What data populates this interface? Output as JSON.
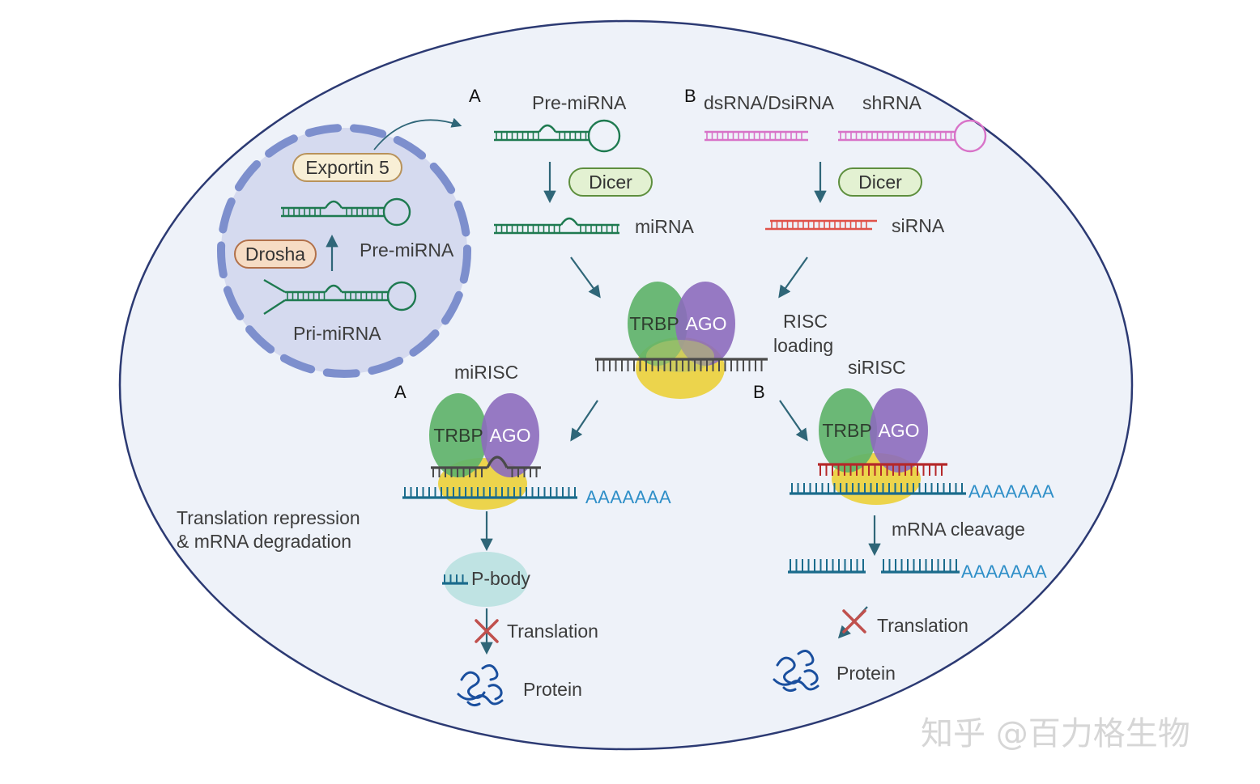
{
  "panels": {
    "a_top": "A",
    "b_top": "B",
    "a_lower": "A",
    "b_lower": "B"
  },
  "nucleus": {
    "exportin": "Exportin 5",
    "drosha": "Drosha",
    "pre_mirna": "Pre-miRNA",
    "pri_mirna": "Pri-miRNA"
  },
  "pathway_a": {
    "pre_mirna": "Pre-miRNA",
    "dicer": "Dicer",
    "mirna": "miRNA"
  },
  "pathway_b": {
    "dsrna": "dsRNA/DsiRNA",
    "shrna": "shRNA",
    "dicer": "Dicer",
    "sirna": "siRNA"
  },
  "risc": {
    "trbp": "TRBP",
    "ago": "AGO",
    "loading_line1": "RISC",
    "loading_line2": "loading"
  },
  "mirisc": {
    "title": "miRISC",
    "trbp": "TRBP",
    "ago": "AGO",
    "polya": "AAAAAAA",
    "effect_line1": "Translation repression",
    "effect_line2": "& mRNA degradation",
    "pbody": "P-body",
    "translation": "Translation",
    "protein": "Protein"
  },
  "sirisc": {
    "title": "siRISC",
    "trbp": "TRBP",
    "ago": "AGO",
    "polya": "AAAAAAA",
    "cleavage": "mRNA cleavage",
    "polya_cleaved": "AAAAAAA",
    "translation": "Translation",
    "protein": "Protein"
  },
  "watermark": "知乎 @百力格生物",
  "colors": {
    "cell_fill": "#eef2f9",
    "cell_stroke": "#2c3a73",
    "nucleus_fill": "#d5daef",
    "nucleus_stroke": "#7d8fcd",
    "mirna_green": "#1e7a50",
    "shrna_pink": "#d873c8",
    "sirna_red": "#e0524a",
    "mrna_blue": "#1a6b8c",
    "arrow": "#2f6678",
    "trbp": "#5fb36a",
    "ago": "#8c6bbd",
    "core_yellow": "#ecd44c",
    "pbody": "#bfe3e3"
  }
}
